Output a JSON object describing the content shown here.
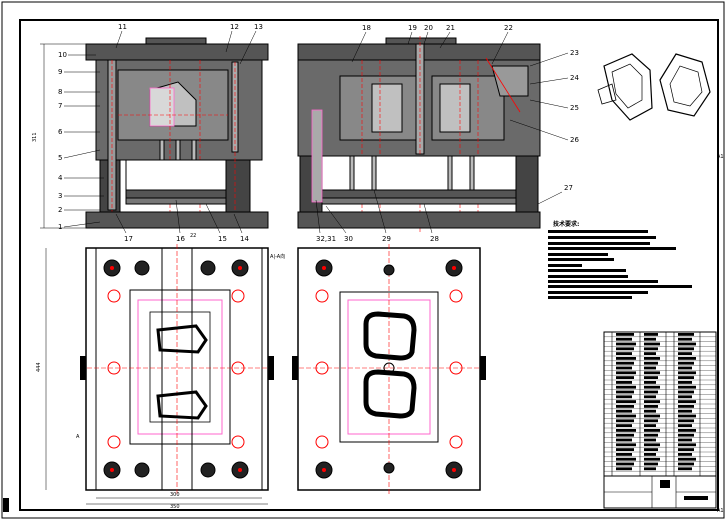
{
  "callouts_left": [
    "1",
    "2",
    "3",
    "4",
    "5",
    "6",
    "7",
    "8",
    "9",
    "10",
    "11",
    "12",
    "13",
    "14",
    "15",
    "16",
    "17"
  ],
  "callouts_right": [
    "18",
    "19",
    "20",
    "21",
    "22",
    "23",
    "24",
    "25",
    "26",
    "27",
    "28",
    "29",
    "30",
    "32,31"
  ],
  "label_16_extra": "22",
  "dim_left_height": "311",
  "dim_plan_height": "444",
  "dim_plan_width": "300",
  "dim_plan_width2": "350",
  "section_mark": "A",
  "section_mark_right": "A1",
  "tech_heading": "技术要求:",
  "plan_section_label": "A|-A向",
  "colors": {
    "line": "#000000",
    "red": "#ff0000",
    "pink": "#ff66cc",
    "steel": "#bfbfbf",
    "dark": "#555555"
  }
}
